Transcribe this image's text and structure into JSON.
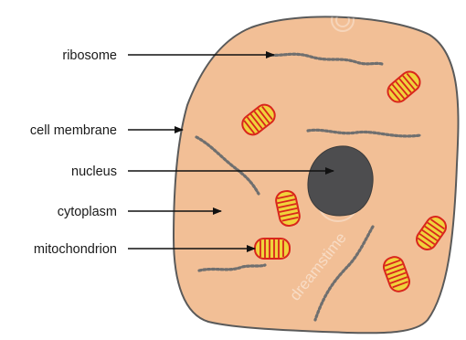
{
  "labels": {
    "ribosome": "ribosome",
    "cell_membrane": "cell membrane",
    "nucleus": "nucleus",
    "cytoplasm": "cytoplasm",
    "mitochondrion": "mitochondrion"
  },
  "watermark": "dreamstime",
  "colors": {
    "cytoplasm": "#f2bf96",
    "membrane": "#5a5a5a",
    "nucleus": "#4d4d4f",
    "mitochondrion_fill": "#f0d23c",
    "mitochondrion_stripes": "#d9261c",
    "ribosome": "#727272",
    "arrow": "#111111"
  }
}
